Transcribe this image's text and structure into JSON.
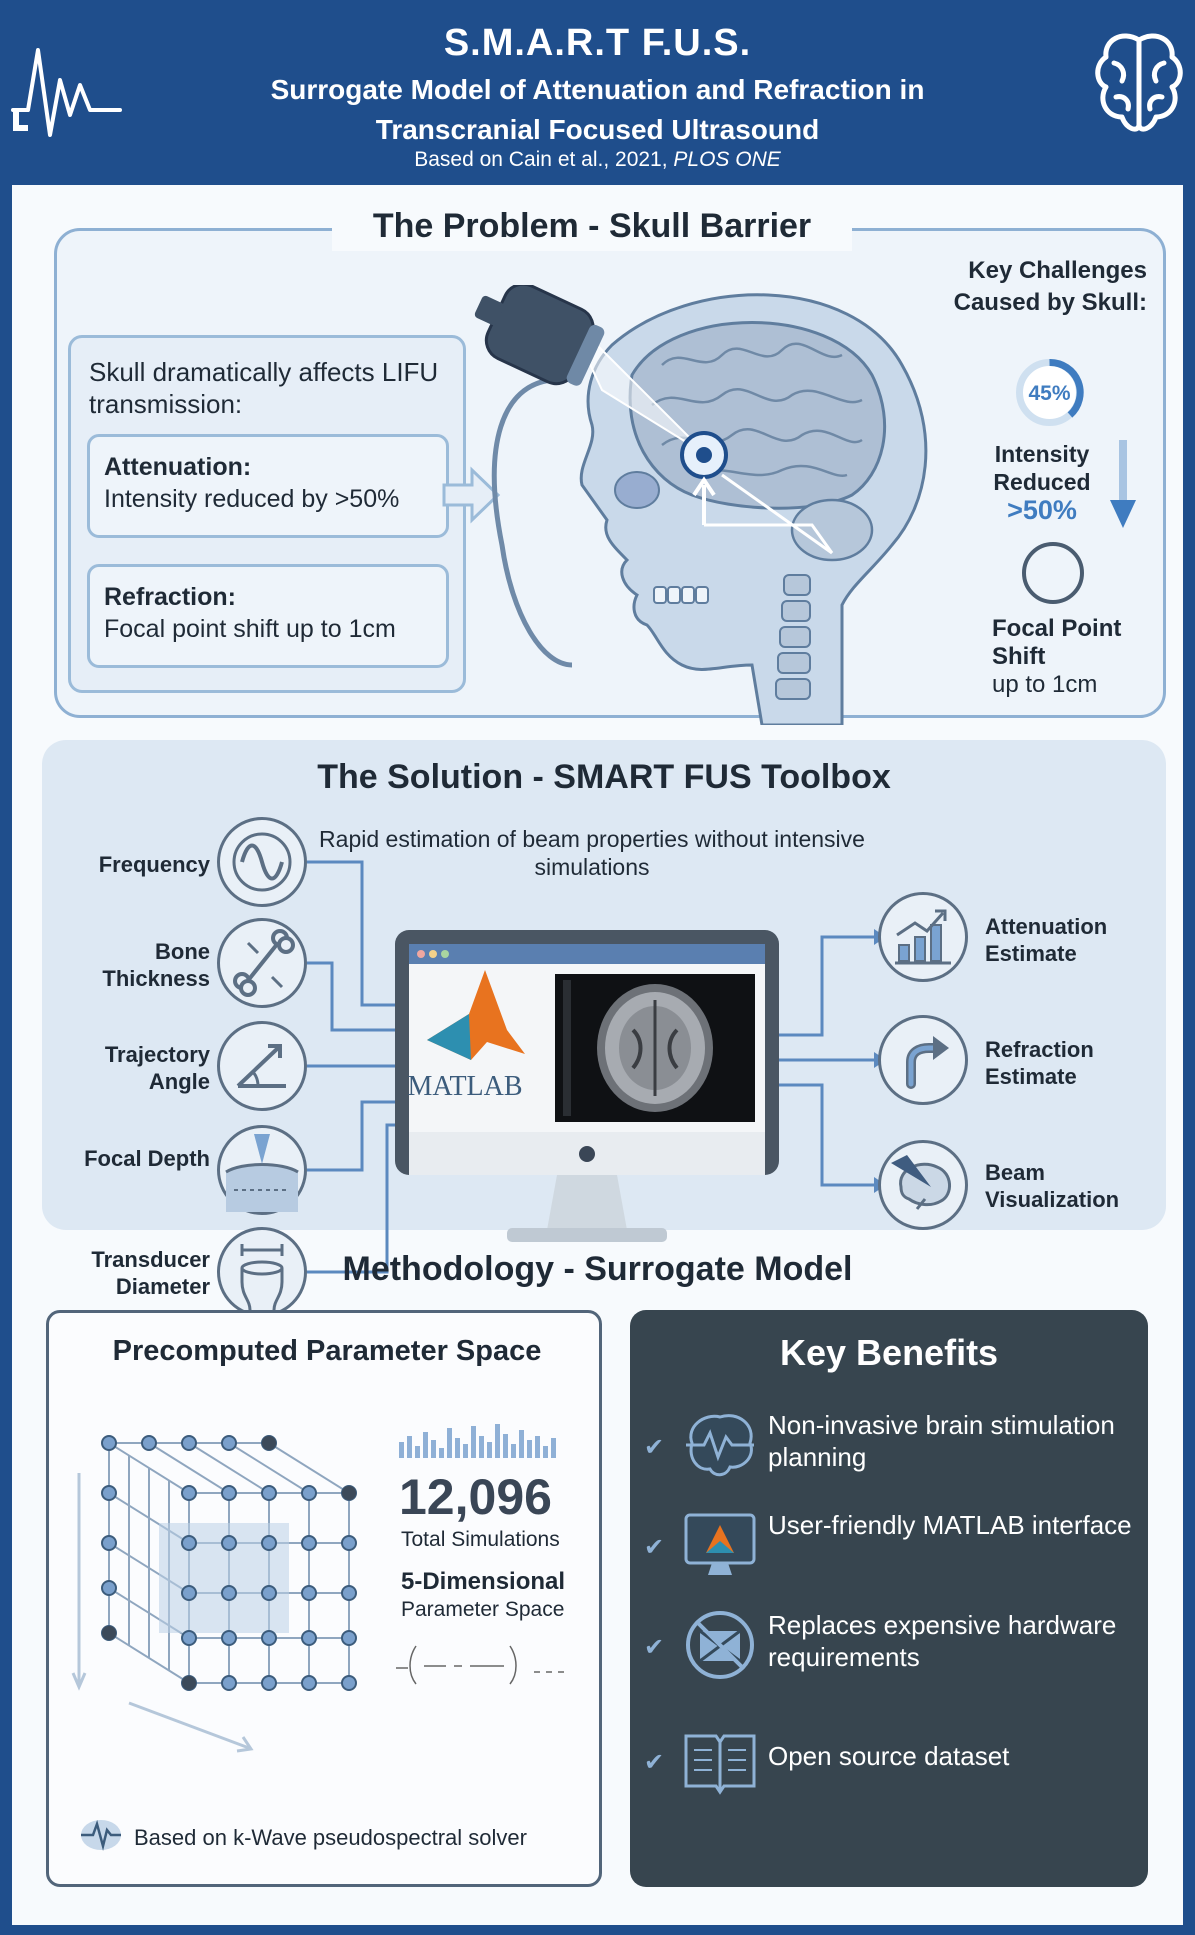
{
  "header": {
    "title": "S.M.A.R.T F.U.S.",
    "subtitle_line1": "Surrogate Model of Attenuation and Refraction in",
    "subtitle_line2": "Transcranial Focused Ultrasound",
    "citation_prefix": "Based on Cain et al., 2021,",
    "citation_journal": "PLOS ONE"
  },
  "problem": {
    "title": "The Problem - Skull Barrier",
    "lead": "Skull dramatically affects LIFU transmission:",
    "attenuation_label": "Attenuation:",
    "attenuation_text": "Intensity reduced by >50%",
    "refraction_label": "Refraction:",
    "refraction_text": "Focal point shift up to 1cm",
    "challenges_title": "Key Challenges Caused by Skull:",
    "ring_value": "45%",
    "intensity_label": "Intensity Reduced",
    "intensity_value": ">50%",
    "shift_label": "Focal Point Shift",
    "shift_value": "up to 1cm"
  },
  "solution": {
    "title": "The Solution - SMART FUS Toolbox",
    "subtitle": "Rapid estimation of beam properties without intensive simulations",
    "inputs": [
      {
        "label": "Frequency",
        "icon": "sine-wave-icon"
      },
      {
        "label": "Bone Thickness",
        "icon": "bone-icon"
      },
      {
        "label": "Trajectory Angle",
        "icon": "angle-icon"
      },
      {
        "label": "Focal Depth",
        "icon": "focal-depth-icon"
      },
      {
        "label": "Transducer Diameter",
        "icon": "transducer-icon"
      }
    ],
    "software": "MATLAB",
    "outputs": [
      {
        "label": "Attenuation Estimate",
        "icon": "bar-chart-icon"
      },
      {
        "label": "Refraction Estimate",
        "icon": "curved-arrow-icon"
      },
      {
        "label": "Beam Visualization",
        "icon": "brain-beam-icon"
      }
    ]
  },
  "methodology": {
    "title": "Methodology - Surrogate Model",
    "panel_title": "Precomputed Parameter Space",
    "count": "12,096",
    "count_label": "Total Simulations",
    "dims": "5-Dimensional",
    "dims_label": "Parameter Space",
    "solver": "Based on k-Wave pseudospectral solver"
  },
  "benefits": {
    "title": "Key Benefits",
    "items": [
      {
        "text": "Non-invasive brain stimulation planning",
        "icon": "brain-pulse-icon"
      },
      {
        "text": "User-friendly MATLAB interface",
        "icon": "monitor-icon"
      },
      {
        "text": "Replaces expensive hardware requirements",
        "icon": "no-hardware-icon"
      },
      {
        "text": "Open source dataset",
        "icon": "open-book-icon"
      }
    ]
  },
  "colors": {
    "brand_blue": "#1f4e8c",
    "accent_blue": "#3f7cc0",
    "dark_panel": "#37454f"
  }
}
